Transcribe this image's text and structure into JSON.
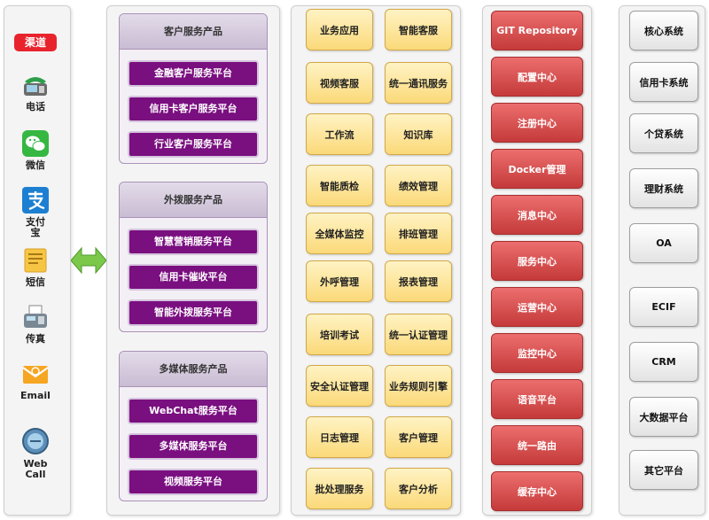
{
  "channels": {
    "title": "渠道",
    "items": [
      {
        "label": "电话",
        "icon": "telephone-icon"
      },
      {
        "label": "微信",
        "icon": "wechat-icon"
      },
      {
        "label": "支付宝",
        "icon": "alipay-icon"
      },
      {
        "label": "短信",
        "icon": "sms-icon"
      },
      {
        "label": "传真",
        "icon": "fax-icon"
      },
      {
        "label": "Email",
        "icon": "email-icon"
      },
      {
        "label": "WebCall",
        "icon": "webcall-icon"
      }
    ]
  },
  "product_groups": [
    {
      "title": "客户服务产品",
      "items": [
        "金融客户服务平台",
        "信用卡客户服务平台",
        "行业客户服务平台"
      ]
    },
    {
      "title": "外拨服务产品",
      "items": [
        "智慧营销服务平台",
        "信用卡催收平台",
        "智能外拨服务平台"
      ]
    },
    {
      "title": "多媒体服务产品",
      "items": [
        "WebChat服务平台",
        "多媒体服务平台",
        "视频服务平台"
      ]
    }
  ],
  "business_modules": [
    [
      "业务应用",
      "智能客服"
    ],
    [
      "视频客服",
      "统一通讯服务"
    ],
    [
      "工作流",
      "知识库"
    ],
    [
      "智能质检",
      "绩效管理"
    ],
    [
      "全媒体监控",
      "排班管理"
    ],
    [
      "外呼管理",
      "报表管理"
    ],
    [
      "培训考试",
      "统一认证管理"
    ],
    [
      "安全认证管理",
      "业务规则引擎"
    ],
    [
      "日志管理",
      "客户管理"
    ],
    [
      "批处理服务",
      "客户分析"
    ]
  ],
  "platform_services": [
    "GIT Repository",
    "配置中心",
    "注册中心",
    "Docker管理",
    "消息中心",
    "服务中心",
    "运营中心",
    "监控中心",
    "语音平台",
    "统一路由",
    "缓存中心"
  ],
  "backend_systems": [
    "核心系统",
    "信用卡系统",
    "个贷系统",
    "理财系统",
    "OA",
    "ECIF",
    "CRM",
    "大数据平台",
    "其它平台"
  ],
  "colors": {
    "channel_title": "#e8232c",
    "product_button": "#7a0f80",
    "module_fill": "#fbd979",
    "service_fill": "#c53a3a",
    "arrow": "#7cc84a"
  }
}
